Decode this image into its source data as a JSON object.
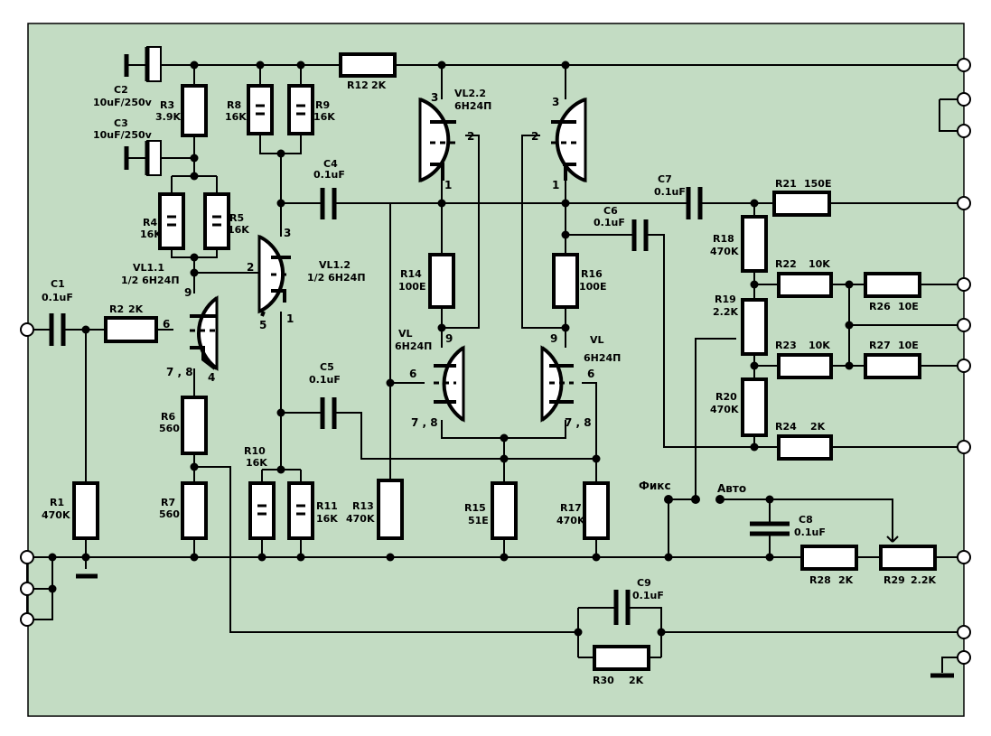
{
  "colors": {
    "board": "#c3dcc3",
    "line": "#000000",
    "component": "#ffffff"
  },
  "components": {
    "C1": {
      "ref": "C1",
      "value": "0.1uF"
    },
    "C2": {
      "ref": "C2",
      "value": "10uF/250v"
    },
    "C3": {
      "ref": "C3",
      "value": "10uF/250v"
    },
    "C4": {
      "ref": "C4",
      "value": "0.1uF"
    },
    "C5": {
      "ref": "C5",
      "value": "0.1uF"
    },
    "C6": {
      "ref": "C6",
      "value": "0.1uF"
    },
    "C7": {
      "ref": "C7",
      "value": "0.1uF"
    },
    "C8": {
      "ref": "C8",
      "value": "0.1uF"
    },
    "C9": {
      "ref": "C9",
      "value": "0.1uF"
    },
    "R1": {
      "ref": "R1",
      "value": "470K"
    },
    "R2": {
      "ref": "R2",
      "value": "2K"
    },
    "R3": {
      "ref": "R3",
      "value": "3.9K"
    },
    "R4": {
      "ref": "R4",
      "value": "16K"
    },
    "R5": {
      "ref": "R5",
      "value": "16K"
    },
    "R6": {
      "ref": "R6",
      "value": "560"
    },
    "R7": {
      "ref": "R7",
      "value": "560"
    },
    "R8": {
      "ref": "R8",
      "value": "16K"
    },
    "R9": {
      "ref": "R9",
      "value": "16K"
    },
    "R10": {
      "ref": "R10",
      "value": "16K"
    },
    "R11": {
      "ref": "R11",
      "value": "16K"
    },
    "R12": {
      "ref": "R12",
      "value": "2K"
    },
    "R13": {
      "ref": "R13",
      "value": "470K"
    },
    "R14": {
      "ref": "R14",
      "value": "100E"
    },
    "R15": {
      "ref": "R15",
      "value": "51E"
    },
    "R16": {
      "ref": "R16",
      "value": "100E"
    },
    "R17": {
      "ref": "R17",
      "value": "470K"
    },
    "R18": {
      "ref": "R18",
      "value": "470K"
    },
    "R19": {
      "ref": "R19",
      "value": "2.2K"
    },
    "R20": {
      "ref": "R20",
      "value": "470K"
    },
    "R21": {
      "ref": "R21",
      "value": "150E"
    },
    "R22": {
      "ref": "R22",
      "value": "10K"
    },
    "R23": {
      "ref": "R23",
      "value": "10K"
    },
    "R24": {
      "ref": "R24",
      "value": "2K"
    },
    "R26": {
      "ref": "R26",
      "value": "10E"
    },
    "R27": {
      "ref": "R27",
      "value": "10E"
    },
    "R28": {
      "ref": "R28",
      "value": "2K"
    },
    "R29": {
      "ref": "R29",
      "value": "2.2K"
    },
    "R30": {
      "ref": "R30",
      "value": "2K"
    }
  },
  "tubes": {
    "VL1_1": {
      "name": "VL1.1",
      "type": "1/2 6H24П"
    },
    "VL1_2": {
      "name": "VL1.2",
      "type": "1/2 6H24П"
    },
    "VL2_2": {
      "name": "VL2.2",
      "type": "6H24П"
    },
    "VL_left": {
      "name": "VL",
      "type": "6H24П"
    },
    "VL_right": {
      "name": "VL",
      "type": "6H24П"
    }
  },
  "pins": {
    "p1": "1",
    "p2": "2",
    "p3": "3",
    "p4": "4",
    "p5": "5",
    "p6": "6",
    "p9": "9",
    "p78": "7 , 8"
  },
  "switch": {
    "fix": "Фикс",
    "auto": "Авто"
  }
}
